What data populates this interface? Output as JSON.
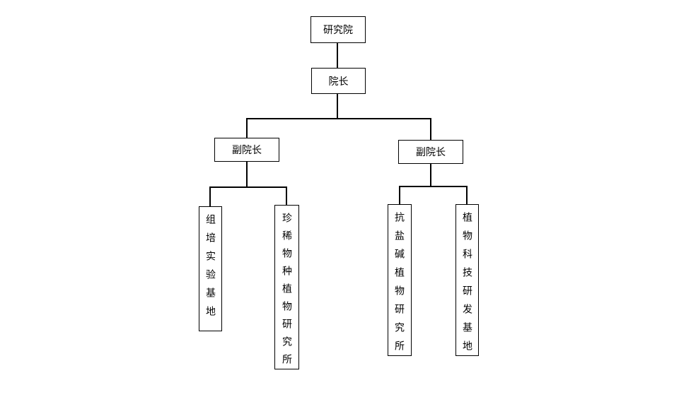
{
  "diagram": {
    "type": "org-chart",
    "background_color": "#ffffff",
    "line_color": "#000000",
    "nodes": {
      "root": {
        "label": "研究院"
      },
      "dean": {
        "label": "院长"
      },
      "vice_dean_left": {
        "label": "副院长"
      },
      "vice_dean_right": {
        "label": "副院长"
      },
      "leaf_tissue_culture_base": {
        "label": "组培实验基地",
        "orientation": "vertical"
      },
      "leaf_rare_species_institute": {
        "label": "珍稀物种植物研究所",
        "orientation": "vertical"
      },
      "leaf_saline_alkali_institute": {
        "label": "抗盐碱植物研究所",
        "orientation": "vertical"
      },
      "leaf_plant_tech_base": {
        "label": "植物科技研发基地",
        "orientation": "vertical"
      }
    },
    "edges": [
      {
        "from": "root",
        "to": "dean"
      },
      {
        "from": "dean",
        "to": "vice_dean_left"
      },
      {
        "from": "dean",
        "to": "vice_dean_right"
      },
      {
        "from": "vice_dean_left",
        "to": "leaf_tissue_culture_base"
      },
      {
        "from": "vice_dean_left",
        "to": "leaf_rare_species_institute"
      },
      {
        "from": "vice_dean_right",
        "to": "leaf_saline_alkali_institute"
      },
      {
        "from": "vice_dean_right",
        "to": "leaf_plant_tech_base"
      }
    ]
  }
}
